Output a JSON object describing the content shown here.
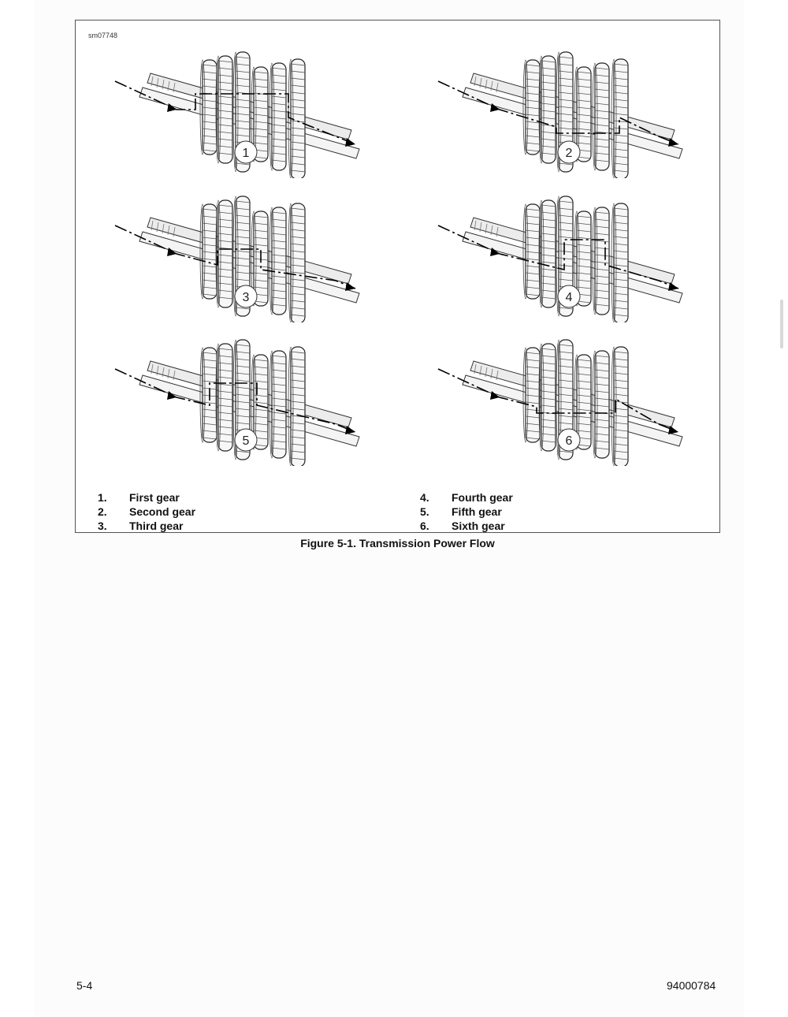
{
  "figure": {
    "id_label": "sm07748",
    "caption": "Figure 5-1. Transmission Power Flow",
    "panels": [
      {
        "marker": "1"
      },
      {
        "marker": "2"
      },
      {
        "marker": "3"
      },
      {
        "marker": "4"
      },
      {
        "marker": "5"
      },
      {
        "marker": "6"
      }
    ],
    "legend": [
      {
        "num": "1.",
        "label": "First gear"
      },
      {
        "num": "2.",
        "label": "Second gear"
      },
      {
        "num": "3.",
        "label": "Third gear"
      },
      {
        "num": "4.",
        "label": "Fourth gear"
      },
      {
        "num": "5.",
        "label": "Fifth gear"
      },
      {
        "num": "6.",
        "label": "Sixth gear"
      }
    ]
  },
  "footer": {
    "page_number": "5-4",
    "doc_number": "94000784"
  }
}
